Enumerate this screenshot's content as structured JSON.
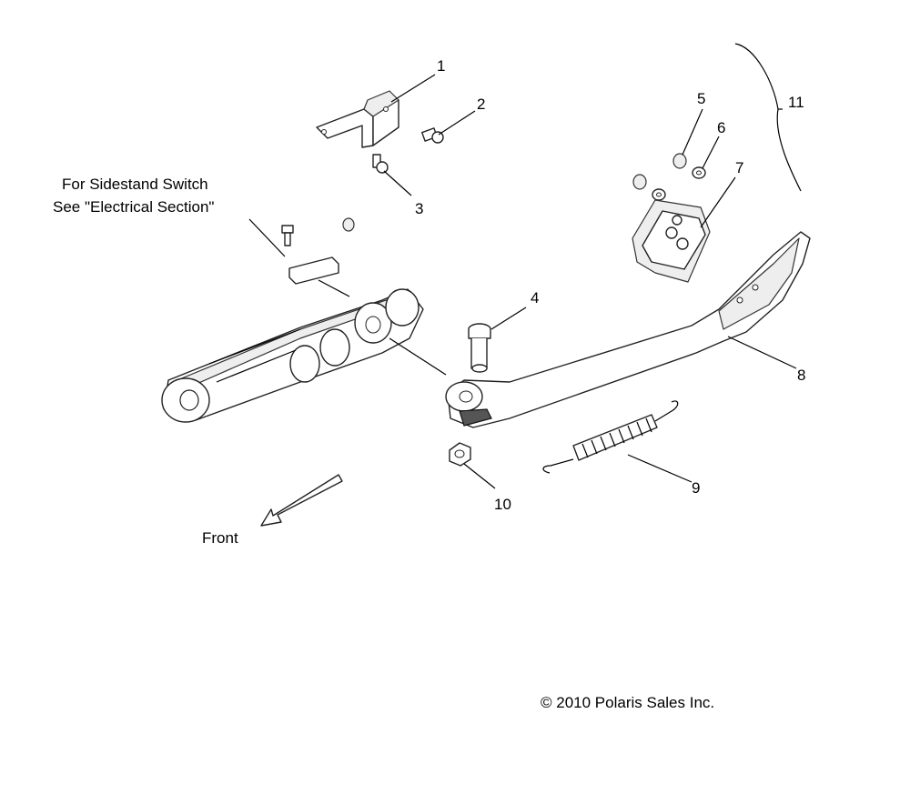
{
  "callouts": {
    "c1": "1",
    "c2": "2",
    "c3": "3",
    "c4": "4",
    "c5": "5",
    "c6": "6",
    "c7": "7",
    "c8": "8",
    "c9": "9",
    "c10": "10",
    "c11": "11"
  },
  "notes": {
    "switch_line1": "For Sidestand Switch",
    "switch_line2": "See \"Electrical Section\"",
    "front": "Front"
  },
  "copyright": "© 2010 Polaris Sales Inc."
}
